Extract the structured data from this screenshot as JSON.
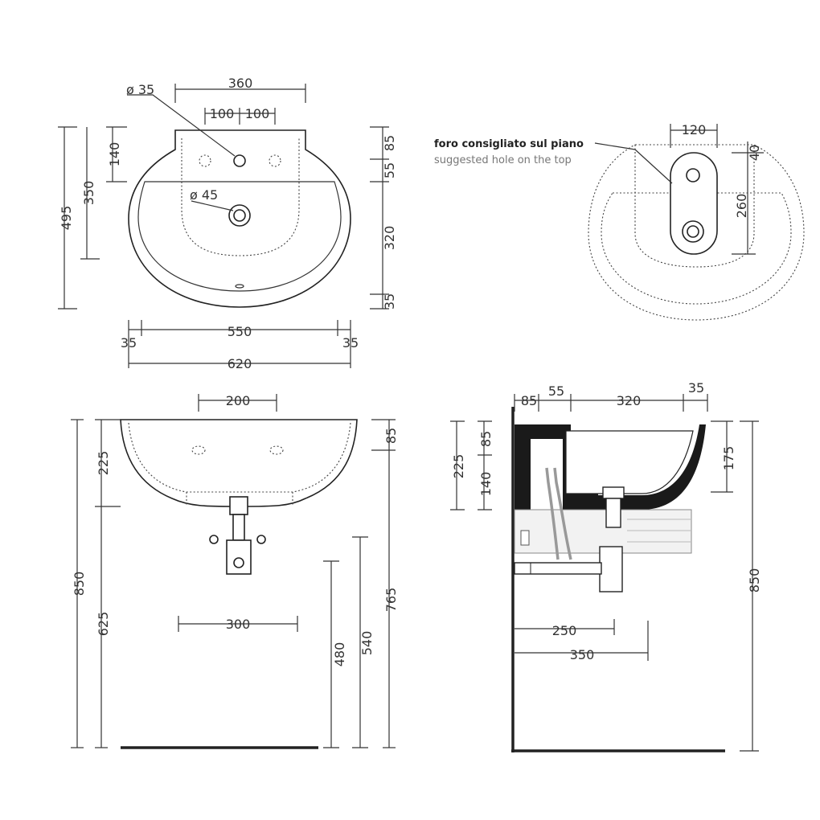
{
  "top_view": {
    "dims": {
      "tap_hole_dia": "ø 35",
      "waste_hole_dia": "ø 45",
      "width_360": "360",
      "offset_left_100": "100",
      "offset_right_100": "100",
      "depth_495": "495",
      "depth_350": "350",
      "depth_140": "140",
      "rim_85": "85",
      "rim_55": "55",
      "bowl_320": "320",
      "front_35": "35",
      "left_35": "35",
      "inner_550": "550",
      "right_35": "35",
      "total_620": "620"
    }
  },
  "top_right_view": {
    "label_it": "foro consigliato sul piano",
    "label_en": "suggested hole on the top",
    "dims": {
      "w_120": "120",
      "h_40": "40",
      "h_260": "260"
    }
  },
  "front_view": {
    "dims": {
      "w_200": "200",
      "h_85": "85",
      "h_225": "225",
      "h_850": "850",
      "h_625": "625",
      "w_300": "300",
      "h_480": "480",
      "h_540": "540",
      "h_765": "765"
    }
  },
  "side_view": {
    "dims": {
      "d_85": "85",
      "d_55": "55",
      "d_320": "320",
      "d_35": "35",
      "h_225": "225",
      "h_85": "85",
      "h_140": "140",
      "h_175": "175",
      "h_850": "850",
      "d_250": "250",
      "d_350": "350"
    }
  }
}
